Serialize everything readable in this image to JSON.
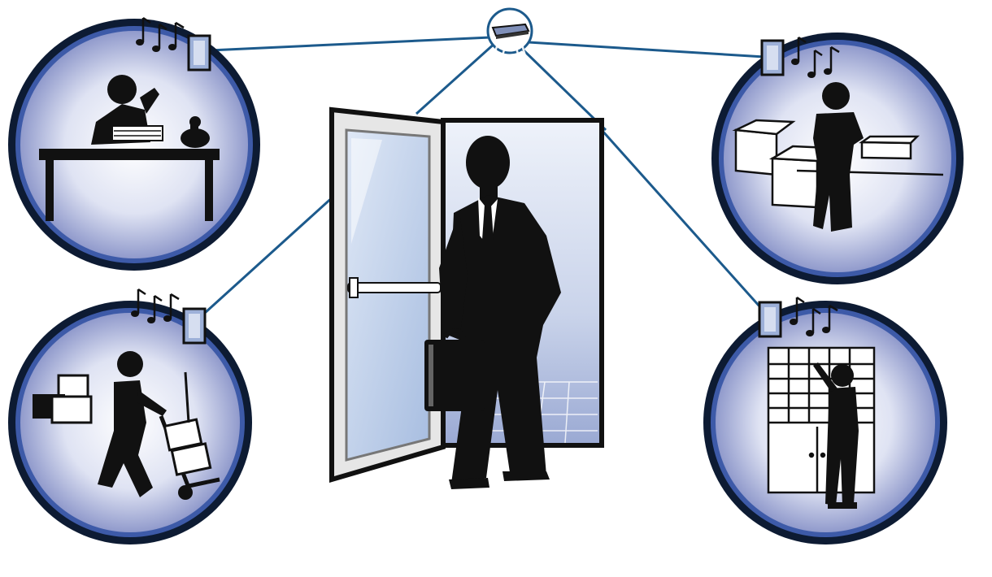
{
  "colors": {
    "line": "#1c5a8c",
    "ring_outer": "#0d1b33",
    "ring_inner": "#3d5aa8",
    "disc_center": "#ffffff",
    "disc_edge": "#7d88c2",
    "silhouette": "#111111",
    "door_frame": "#222222",
    "door_glass": "#b8cde8",
    "room_light": "#d6def0"
  },
  "diagram": {
    "hub": {
      "name": "ceiling-transmitter",
      "icon": "transmitter-icon"
    },
    "center": {
      "name": "doorway-entrant",
      "icons": [
        "door-icon",
        "businessman-icon",
        "briefcase-icon"
      ]
    },
    "nodes": [
      {
        "name": "office-reception",
        "icons": [
          "music-notes-icon",
          "speaker-icon",
          "desk-worker-icon",
          "telephone-icon"
        ]
      },
      {
        "name": "stockroom",
        "icons": [
          "speaker-icon",
          "music-notes-icon",
          "boxes-icon",
          "worker-icon"
        ]
      },
      {
        "name": "shipping-dock",
        "icons": [
          "music-notes-icon",
          "speaker-icon",
          "hand-truck-icon",
          "worker-icon"
        ]
      },
      {
        "name": "parts-storage",
        "icons": [
          "speaker-icon",
          "music-notes-icon",
          "shelving-icon",
          "worker-icon"
        ]
      }
    ]
  }
}
